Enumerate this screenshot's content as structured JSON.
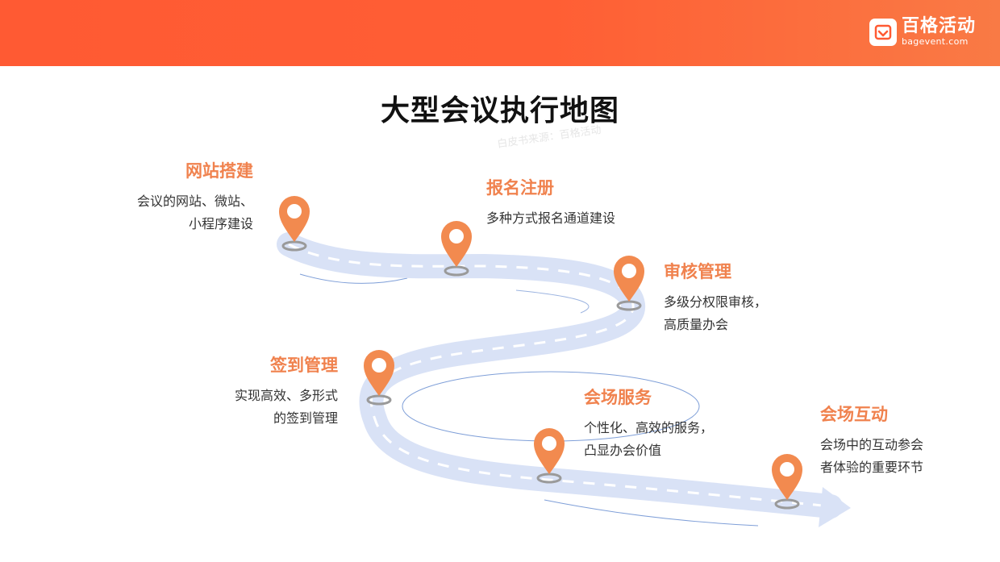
{
  "brand": {
    "name": "百格活动",
    "domain": "bagevent.com",
    "header_color": "#ff5a33",
    "accent": "#f0824e"
  },
  "title": "大型会议执行地图",
  "watermark": "白皮书来源：百格活动",
  "stages": [
    {
      "title": "网站搭建",
      "lines": [
        "会议的网站、微站、",
        "小程序建设"
      ]
    },
    {
      "title": "报名注册",
      "lines": [
        "多种方式报名通道建设"
      ]
    },
    {
      "title": "审核管理",
      "lines": [
        "多级分权限审核，",
        "高质量办会"
      ]
    },
    {
      "title": "签到管理",
      "lines": [
        "实现高效、多形式",
        "的签到管理"
      ]
    },
    {
      "title": "会场服务",
      "lines": [
        "个性化、高效的服务，",
        "凸显办会价值"
      ]
    },
    {
      "title": "会场互动",
      "lines": [
        "会场中的互动参会",
        "者体验的重要环节"
      ]
    }
  ],
  "icons": {
    "logo": "heart-check-icon",
    "pin": "map-pin-icon"
  }
}
